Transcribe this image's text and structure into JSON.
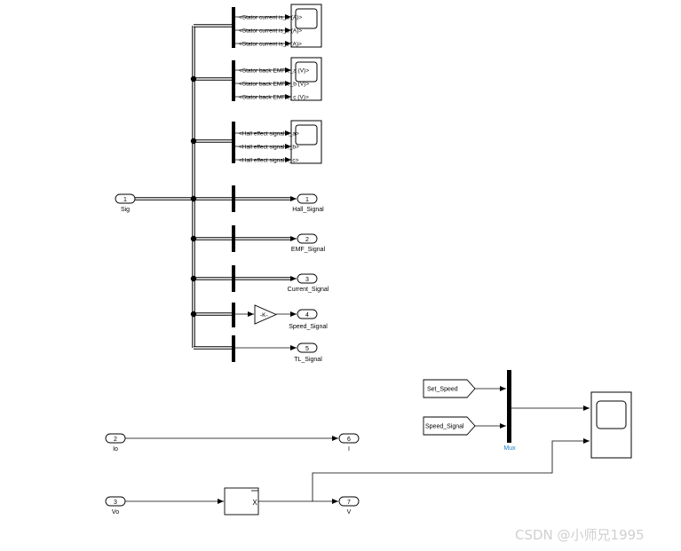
{
  "top": {
    "current_labels": [
      "<Stator current is_a (A)>",
      "<Stator current is_b (A)>",
      "<Stator current is_c (A)>"
    ],
    "emf_labels": [
      "<Stator back EMF e_a (V)>",
      "<Stator back EMF e_b (V)>",
      "<Stator back EMF e_c (V)>"
    ],
    "hall_labels": [
      "<Hall effect signal h_a>",
      "<Hall effect signal h_b>",
      "<Hall effect signal h_c>"
    ]
  },
  "gain": {
    "label": "-K-"
  },
  "ports": {
    "sig": {
      "num": "1",
      "name": "Sig"
    },
    "hall": {
      "num": "1",
      "name": "Hall_Signal"
    },
    "emf": {
      "num": "2",
      "name": "EMF_Signal"
    },
    "current": {
      "num": "3",
      "name": "Current_Signal"
    },
    "speed": {
      "num": "4",
      "name": "Speed_Signal"
    },
    "tl": {
      "num": "5",
      "name": "TL_Signal"
    },
    "io": {
      "num": "2",
      "name": "Io"
    },
    "i": {
      "num": "6",
      "name": "I"
    },
    "vo": {
      "num": "3",
      "name": "Vo"
    },
    "v": {
      "num": "7",
      "name": "V"
    }
  },
  "memory": {
    "label": "X"
  },
  "tags": {
    "set_speed": "Set_Speed",
    "speed_signal": "Speed_Signal"
  },
  "mux": {
    "label": "Mux"
  },
  "colors": {
    "mux_label": "#1a7fc8",
    "watermark": "#d0d0d0"
  },
  "watermark": "CSDN @小师兄1995"
}
